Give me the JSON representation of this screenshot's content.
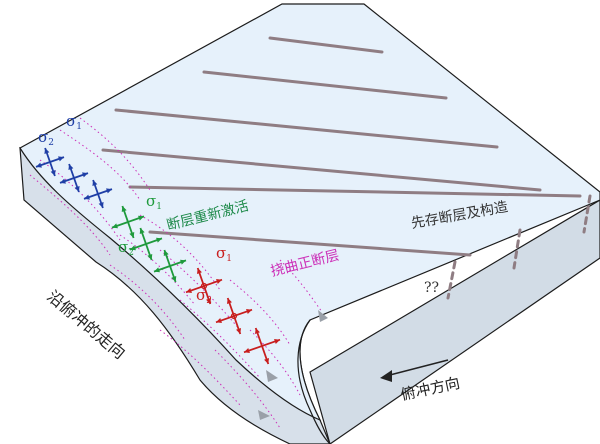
{
  "labels": {
    "preexisting": "先存断层及构造",
    "reactivated": "断层重新激活",
    "bending": "挠曲正断层",
    "along_strike": "沿俯冲的走向",
    "subduction_dir": "俯冲方向",
    "unknown": "??"
  },
  "sigma": {
    "s1": "σ",
    "s1_sub": "1",
    "s2": "σ",
    "s2_sub": "2"
  },
  "colors": {
    "blue": "#1f3fa6",
    "green": "#1e9a3c",
    "red": "#c81e1e",
    "magenta": "#cc2fb8",
    "dark_green_text": "#1e8a4a",
    "fault_line": "#8f7d83",
    "block_top": "#e6f1fb",
    "block_side": "#d2dce6",
    "outline": "#1c1c1c"
  }
}
